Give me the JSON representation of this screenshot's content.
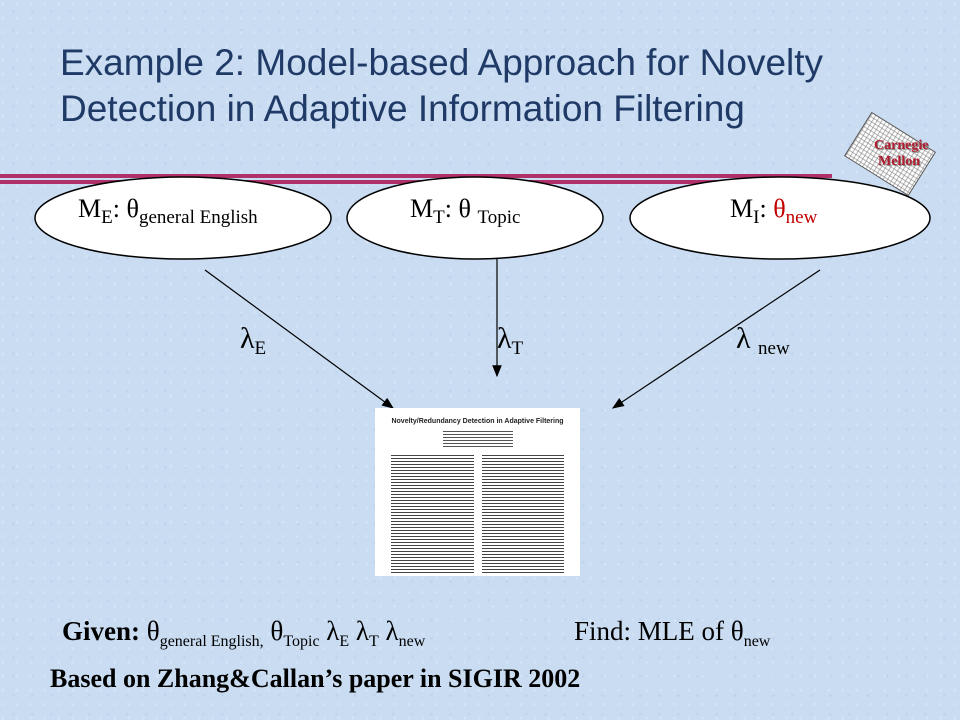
{
  "title": {
    "line1": "Example 2: Model-based Approach for Novelty",
    "line2": "Detection in Adaptive Information Filtering"
  },
  "logo": {
    "line1": "Carnegie",
    "line2": "Mellon"
  },
  "models": [
    {
      "name": "M",
      "sub": "E",
      "sep": ": ",
      "theta": "θ",
      "theta_sub": "general English"
    },
    {
      "name": "M",
      "sub": "T",
      "sep": ": ",
      "theta": "θ ",
      "theta_sub": "Topic"
    },
    {
      "name": "M",
      "sub": "I",
      "sep": ": ",
      "theta": "θ",
      "theta_sub": "new"
    }
  ],
  "weights": [
    {
      "symbol": "λ",
      "sub": "E"
    },
    {
      "symbol": "λ",
      "sub": "T"
    },
    {
      "symbol": "λ ",
      "sub": "new"
    }
  ],
  "paper": {
    "title": "Novelty/Redundancy Detection in Adaptive Filtering"
  },
  "given": {
    "label": "Given:",
    "theta": "θ",
    "theta_sub1": "general English,",
    "theta2": "θ",
    "theta_sub2": "Topic",
    "l1": "λ",
    "l1_sub": "E",
    "l2": "λ",
    "l2_sub": "T",
    "l3": "λ",
    "l3_sub": "new"
  },
  "find": {
    "label": "Find: MLE of ",
    "theta": "θ",
    "theta_sub": "new"
  },
  "footer": "Based on Zhang&Callan’s paper in SIGIR 2002",
  "colors": {
    "title": "#1f3a66",
    "rule": "#b0306a",
    "logo_text": "#b01b2e",
    "theta_new": "#c00000"
  }
}
